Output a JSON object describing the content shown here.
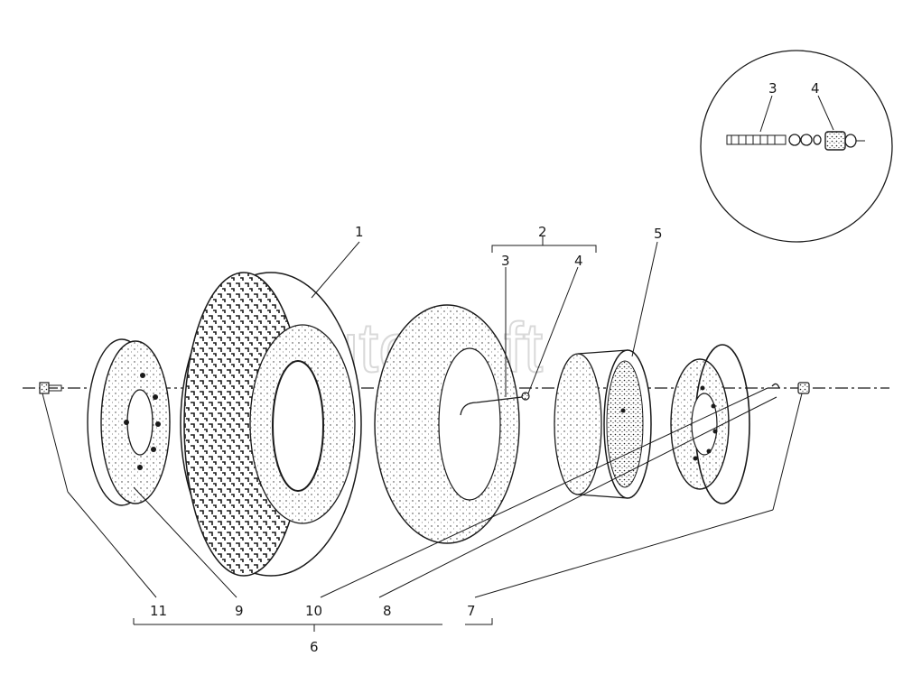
{
  "watermark": "AutoSoft",
  "inset": {
    "labels": {
      "valve": "3",
      "cap": "4"
    }
  },
  "callouts": {
    "tyre": "1",
    "tube_group": "2",
    "valve": "3",
    "valve_cap": "4",
    "rim": "5",
    "assembly": "6",
    "item7": "7",
    "item8": "8",
    "item9": "9",
    "item10": "10",
    "item11": "11"
  }
}
